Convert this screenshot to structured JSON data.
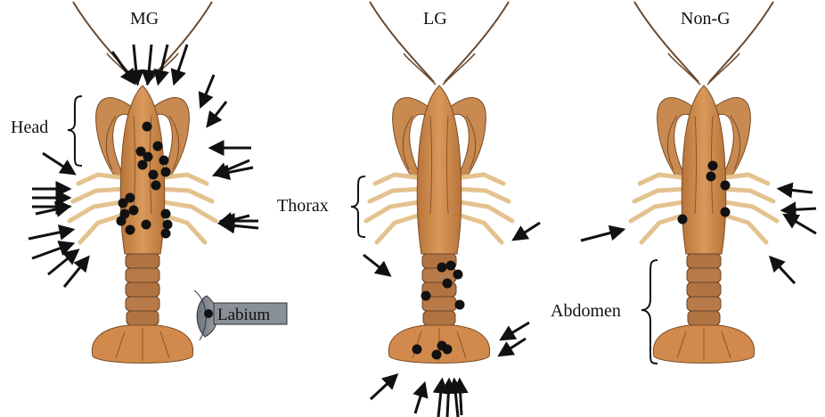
{
  "panels": [
    {
      "title": "MG"
    },
    {
      "title": "LG"
    },
    {
      "title": "Non-G"
    }
  ],
  "labels": {
    "head": "Head",
    "thorax": "Thorax",
    "abdomen": "Abdomen",
    "labium": "Labium"
  },
  "colors": {
    "body": "#c98a4e",
    "body_dark": "#8a5428",
    "leg": "#e4c28f",
    "dot": "#111111",
    "arrow": "#111111",
    "labium_fill": "#808890"
  }
}
